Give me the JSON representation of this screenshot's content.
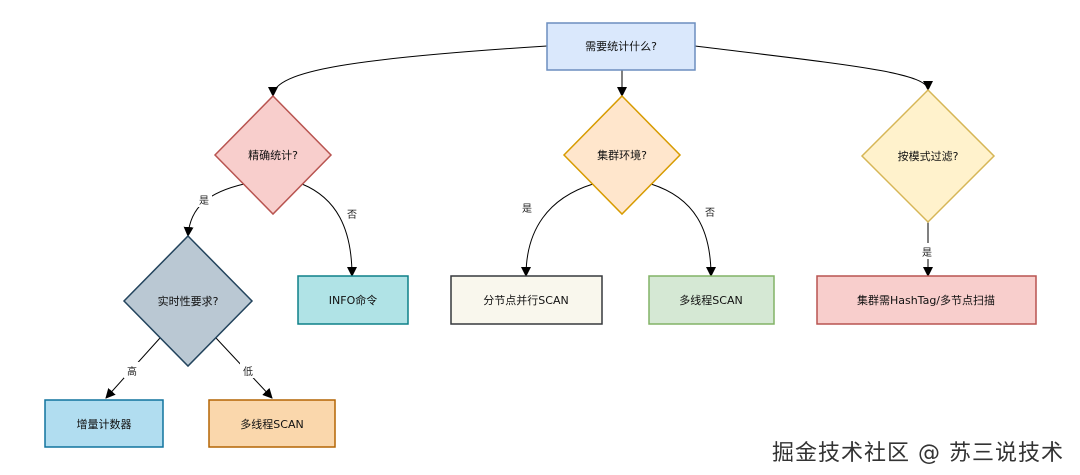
{
  "nodes": {
    "root": {
      "label": "需要统计什么?",
      "fill": "#dae8fc",
      "stroke": "#6c8ebf"
    },
    "exact": {
      "label": "精确统计?",
      "fill": "#f8cecc",
      "stroke": "#b85450"
    },
    "cluster": {
      "label": "集群环境?",
      "fill": "#ffe6cc",
      "stroke": "#d79b00"
    },
    "pattern": {
      "label": "按模式过滤?",
      "fill": "#fff2cc",
      "stroke": "#d6b656"
    },
    "realtime": {
      "label": "实时性要求?",
      "fill": "#bac8d3",
      "stroke": "#23445d"
    },
    "info": {
      "label": "INFO命令",
      "fill": "#b0e3e6",
      "stroke": "#0e8088"
    },
    "parallel_scan": {
      "label": "分节点并行SCAN",
      "fill": "#f9f7ed",
      "stroke": "#36393d"
    },
    "multithread_scan_right": {
      "label": "多线程SCAN",
      "fill": "#d5e8d4",
      "stroke": "#82b366"
    },
    "hashtag_scan": {
      "label": "集群需HashTag/多节点扫描",
      "fill": "#f8cecc",
      "stroke": "#b85450"
    },
    "counter": {
      "label": "增量计数器",
      "fill": "#b1ddf0",
      "stroke": "#10739e"
    },
    "multithread_scan_left": {
      "label": "多线程SCAN",
      "fill": "#fad7ac",
      "stroke": "#b46504"
    }
  },
  "edges": {
    "exact_yes": "是",
    "exact_no": "否",
    "cluster_yes": "是",
    "cluster_no": "否",
    "pattern_yes": "是",
    "realtime_high": "高",
    "realtime_low": "低"
  },
  "watermark": "掘金技术社区 @ 苏三说技术"
}
